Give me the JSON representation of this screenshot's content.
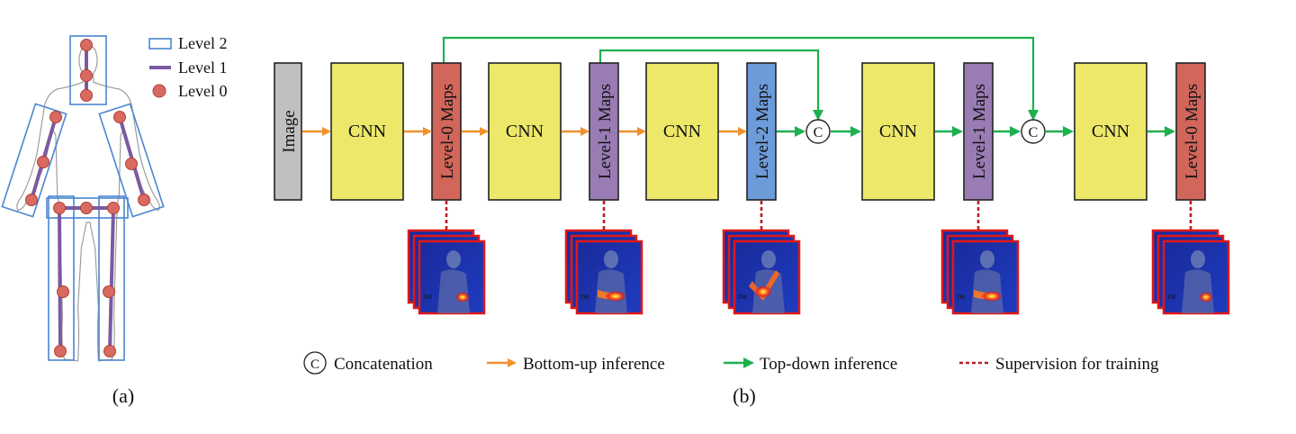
{
  "panel_a": {
    "legend": {
      "level2": "Level 2",
      "level1": "Level 1",
      "level0": "Level 0"
    },
    "caption": "(a)"
  },
  "panel_b": {
    "blocks": {
      "image": "Image",
      "cnn": "CNN",
      "level0_maps": "Level-0 Maps",
      "level1_maps": "Level-1 Maps",
      "level2_maps": "Level-2 Maps",
      "concat": "C"
    },
    "legend": {
      "concat_symbol": "C",
      "concatenation": "Concatenation",
      "bottom_up": "Bottom-up inference",
      "top_down": "Top-down inference",
      "supervision": "Supervision for training"
    },
    "caption": "(b)"
  },
  "colors": {
    "image": "#c0c0c0",
    "cnn": "#ede86a",
    "level0": "#d2665a",
    "level1": "#9a7cb4",
    "level2": "#6d9bd9",
    "bottom_up": "#f0912e",
    "top_down": "#1eb04e",
    "supervision": "#b81e22",
    "skeleton": "#7b5aa0",
    "joint": "#d96a60",
    "box": "#4a86d0"
  }
}
